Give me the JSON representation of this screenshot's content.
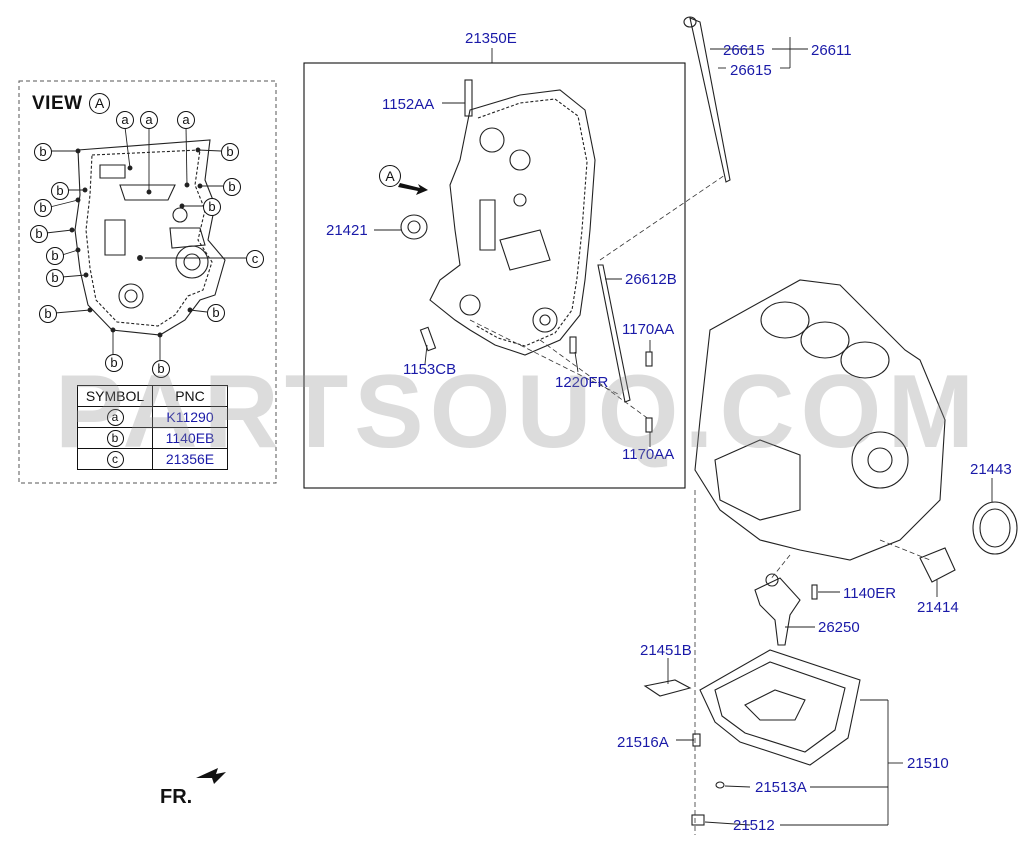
{
  "view": {
    "title": "VIEW",
    "marker": "A"
  },
  "arrow_marker": "A",
  "legend": {
    "header": {
      "symbol": "SYMBOL",
      "pnc": "PNC"
    },
    "rows": [
      {
        "symbol": "a",
        "pnc": "K11290"
      },
      {
        "symbol": "b",
        "pnc": "1140EB"
      },
      {
        "symbol": "c",
        "pnc": "21356E"
      }
    ]
  },
  "callouts": {
    "a": "a",
    "b": "b",
    "c": "c"
  },
  "parts": {
    "p21350E": "21350E",
    "p1152AA": "1152AA",
    "p21421": "21421",
    "p1153CB": "1153CB",
    "p1220FR": "1220FR",
    "p1170AA_top": "1170AA",
    "p1170AA_bot": "1170AA",
    "p26612B": "26612B",
    "p26615_a": "26615",
    "p26615_b": "26615",
    "p26611": "26611",
    "p21443": "21443",
    "p21414": "21414",
    "p1140ER": "1140ER",
    "p26250": "26250",
    "p21451B": "21451B",
    "p21516A": "21516A",
    "p21513A": "21513A",
    "p21512": "21512",
    "p21510": "21510"
  },
  "front_label": "FR.",
  "watermark": "PARTSOUQ.COM"
}
